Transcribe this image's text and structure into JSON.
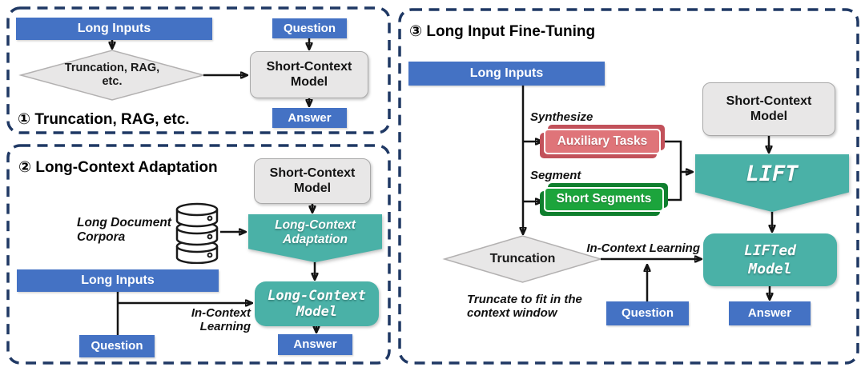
{
  "colors": {
    "blue": "#4472C4",
    "teal": "#4AB1A7",
    "navy": "#1F3864",
    "gray_fill": "#E8E7E7",
    "gray_border": "#A9A9A9",
    "red": "#DF7479",
    "red_dark": "#C2515A",
    "green": "#1CA43C",
    "green_dark": "#0F7F2E"
  },
  "icons": {
    "corpora": "database-icon"
  },
  "panel1": {
    "title": "① Truncation, RAG, etc.",
    "long_inputs": "Long Inputs",
    "diamond": "Truncation, RAG,\netc.",
    "question": "Question",
    "model": "Short-Context\nModel",
    "answer": "Answer"
  },
  "panel2": {
    "title": "② Long-Context Adaptation",
    "model_short": "Short-Context\nModel",
    "corpora_label": "Long Document\nCorpora",
    "adaptation": "Long-Context\nAdaptation",
    "model_long": "Long-Context\nModel",
    "long_inputs": "Long Inputs",
    "icl_label": "In-Context Learning",
    "question": "Question",
    "answer": "Answer"
  },
  "panel3": {
    "title": "③ Long Input Fine-Tuning",
    "long_inputs": "Long Inputs",
    "synthesize_label": "Synthesize",
    "aux_tasks": "Auxiliary Tasks",
    "segment_label": "Segment",
    "short_segments": "Short Segments",
    "model_short": "Short-Context\nModel",
    "lift": "LIFT",
    "truncation": "Truncation",
    "icl_label": "In-Context Learning",
    "lifted_model": "LIFTed\nModel",
    "truncate_note": "Truncate to fit in the\ncontext window",
    "question": "Question",
    "answer": "Answer"
  }
}
